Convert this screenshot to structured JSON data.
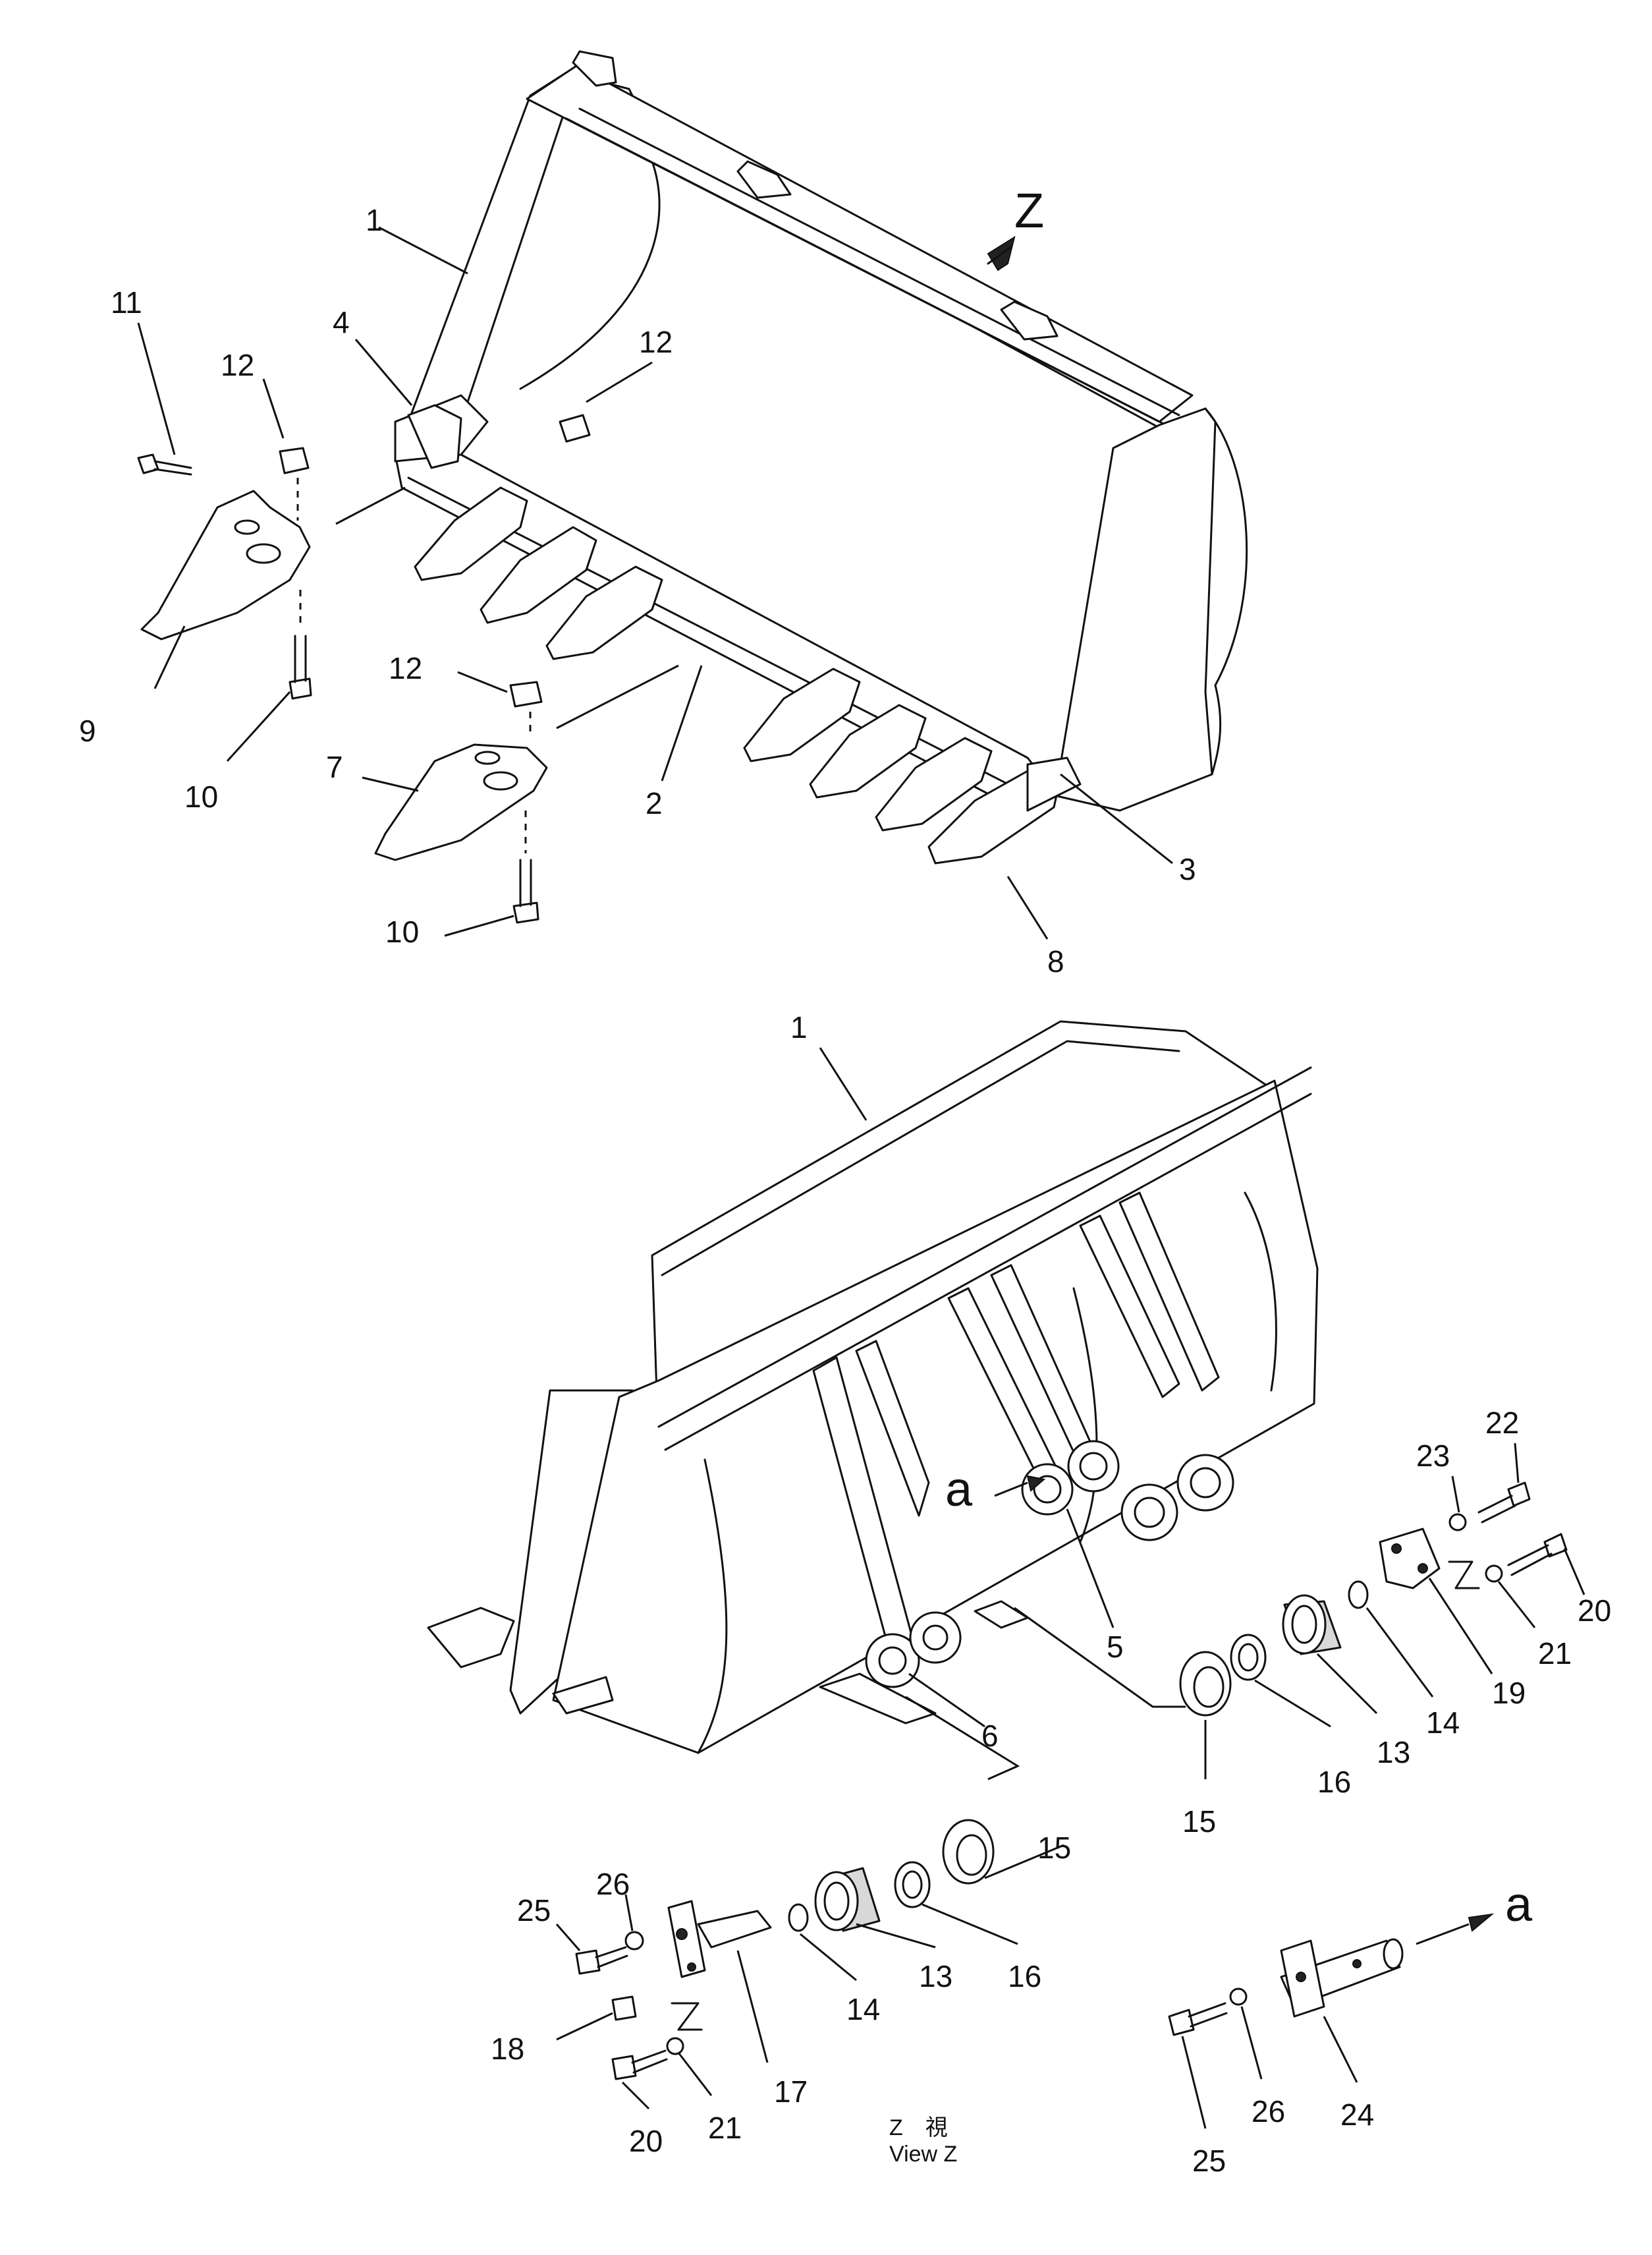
{
  "view_marker": "Z",
  "arrow_marker": "a",
  "caption": {
    "line1": "Z　視",
    "line2": "View Z"
  },
  "top_labels": {
    "p1": "1",
    "p2": "2",
    "p3": "3",
    "p4": "4",
    "p7": "7",
    "p8": "8",
    "p9": "9",
    "p10a": "10",
    "p10b": "10",
    "p11": "11",
    "p12a": "12",
    "p12b": "12",
    "p12c": "12"
  },
  "bottom_labels": {
    "p1": "1",
    "p5": "5",
    "p6": "6",
    "p13a": "13",
    "p14a": "14",
    "p15a": "15",
    "p16a": "16",
    "p19": "19",
    "p20a": "20",
    "p21a": "21",
    "p22": "22",
    "p23": "23",
    "p13b": "13",
    "p14b": "14",
    "p15b": "15",
    "p16b": "16",
    "p17": "17",
    "p18": "18",
    "p20b": "20",
    "p21b": "21",
    "p24": "24",
    "p25a": "25",
    "p25b": "25",
    "p26a": "26",
    "p26b": "26"
  }
}
